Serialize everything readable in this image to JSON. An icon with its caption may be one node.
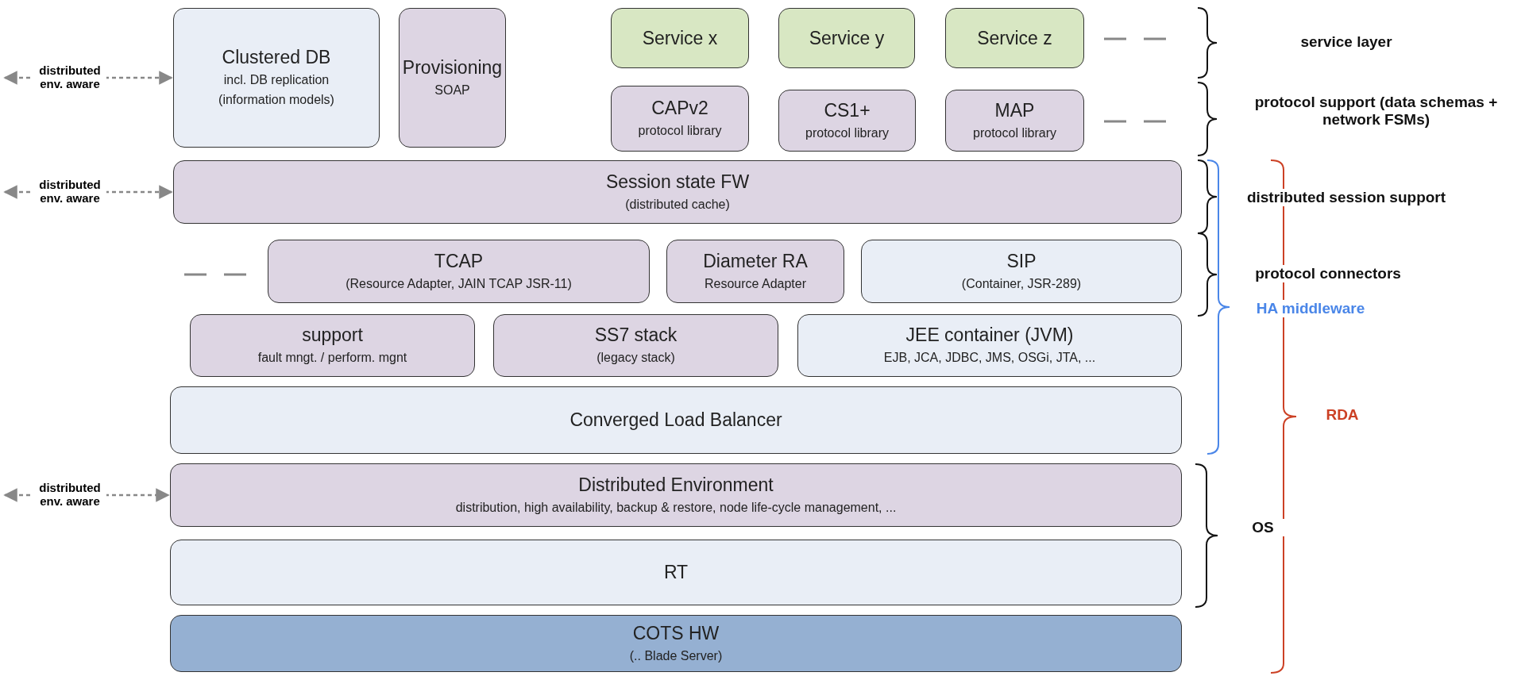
{
  "diagram": {
    "nodes": [
      {
        "text": [
          "Clustered DB",
          "incl. DB replication",
          "(information models)"
        ]
      },
      {
        "text": [
          "Provisioning",
          "SOAP"
        ]
      },
      {
        "text": [
          "Service x"
        ]
      },
      {
        "text": [
          "Service y"
        ]
      },
      {
        "text": [
          "Service z"
        ]
      },
      {
        "text": [
          "CAPv2",
          "protocol library"
        ]
      },
      {
        "text": [
          "CS1+",
          "protocol library"
        ]
      },
      {
        "text": [
          "MAP",
          "protocol library"
        ]
      },
      {
        "text": [
          "Session state FW",
          "(distributed cache)"
        ]
      },
      {
        "text": [
          "TCAP",
          "(Resource Adapter, JAIN TCAP JSR-11)"
        ]
      },
      {
        "text": [
          "Diameter RA",
          "Resource Adapter"
        ]
      },
      {
        "text": [
          "SIP",
          "(Container, JSR-289)"
        ]
      },
      {
        "text": [
          "support",
          "fault mngt. / perform. mgnt"
        ]
      },
      {
        "text": [
          "SS7 stack",
          "(legacy stack)"
        ]
      },
      {
        "text": [
          "JEE container (JVM)",
          "EJB, JCA, JDBC, JMS, OSGi, JTA, ..."
        ]
      },
      {
        "text": [
          "Converged Load Balancer"
        ]
      },
      {
        "text": [
          "Distributed Environment",
          "distribution, high availability, backup & restore, node life-cycle management, ..."
        ]
      },
      {
        "text": [
          "RT"
        ]
      },
      {
        "text": [
          "COTS HW",
          "(.. Blade Server)"
        ]
      }
    ],
    "edges": [
      {
        "from": null,
        "to": 0,
        "arrow": "both",
        "style": "dashed",
        "label": "distributed env. aware"
      },
      {
        "from": null,
        "to": 8,
        "arrow": "both",
        "style": "dashed",
        "label": "distributed env. aware"
      },
      {
        "from": null,
        "to": 16,
        "arrow": "both",
        "style": "dashed",
        "label": "distributed env. aware"
      }
    ],
    "labels": [
      "service layer",
      "protocol support (data schemas + network FSMs)",
      "distributed session support",
      "protocol connectors",
      "HA middleware",
      "RDA",
      "OS"
    ]
  }
}
